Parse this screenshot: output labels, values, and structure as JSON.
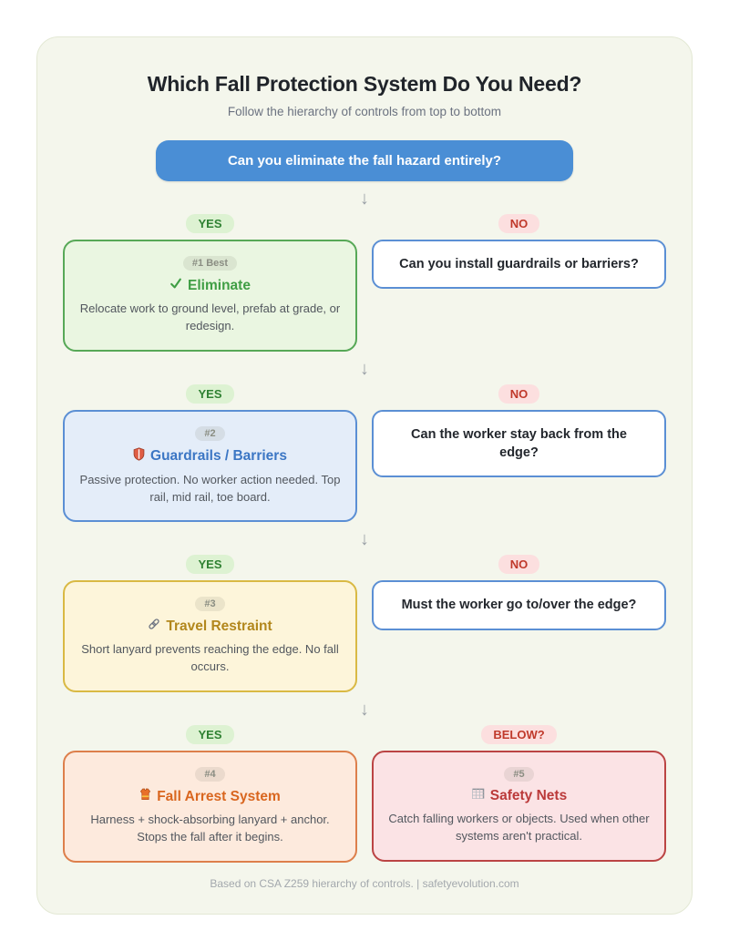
{
  "page": {
    "title": "Which Fall Protection System Do You Need?",
    "subtitle": "Follow the hierarchy of controls from top to bottom",
    "root_question": "Can you eliminate the fall hazard entirely?",
    "footer": "Based on CSA Z259 hierarchy of controls. | safetyevolution.com",
    "arrow_glyph": "↓"
  },
  "colors": {
    "card_bg": "#f4f6ec",
    "card_border": "#e3e8d4",
    "root_question_bg": "#4a8ed5",
    "question_border": "#5b8fd4",
    "arrow": "#9aa0a6",
    "yes_bg": "#ddf2d2",
    "yes_text": "#2f8132",
    "no_bg": "#fcdfdf",
    "no_text": "#c0392b"
  },
  "rows": [
    {
      "yes": "YES",
      "no": "NO",
      "question": "Can you install guardrails or barriers?",
      "solution": {
        "badge": "#1 Best",
        "icon": "checkmark-icon",
        "title": "Eliminate",
        "description": "Relocate work to ground level, prefab at grade, or redesign.",
        "bg": "#eaf6e1",
        "border": "#57a857",
        "title_color": "#3f9e44"
      }
    },
    {
      "yes": "YES",
      "no": "NO",
      "question": "Can the worker stay back from the edge?",
      "solution": {
        "badge": "#2",
        "icon": "shield-icon",
        "title": "Guardrails / Barriers",
        "description": "Passive protection. No worker action needed. Top rail, mid rail, toe board.",
        "bg": "#e4edf9",
        "border": "#5b8fd4",
        "title_color": "#3b76c4"
      }
    },
    {
      "yes": "YES",
      "no": "NO",
      "question": "Must the worker go to/over the edge?",
      "solution": {
        "badge": "#3",
        "icon": "link-icon",
        "title": "Travel Restraint",
        "description": "Short lanyard prevents reaching the edge. No fall occurs.",
        "bg": "#fdf5da",
        "border": "#d9b944",
        "title_color": "#b2871c"
      }
    },
    {
      "yes": "YES",
      "below": "BELOW?",
      "solution": {
        "badge": "#4",
        "icon": "safety-vest-icon",
        "title": "Fall Arrest System",
        "description": "Harness + shock-absorbing lanyard + anchor. Stops the fall after it begins.",
        "bg": "#fdeadd",
        "border": "#dd7f4b",
        "title_color": "#d9661f"
      },
      "solution2": {
        "badge": "#5",
        "icon": "goal-net-icon",
        "title": "Safety Nets",
        "description": "Catch falling workers or objects. Used when other systems aren't practical.",
        "bg": "#fbe3e5",
        "border": "#bb4444",
        "title_color": "#bb3a3a"
      }
    }
  ]
}
